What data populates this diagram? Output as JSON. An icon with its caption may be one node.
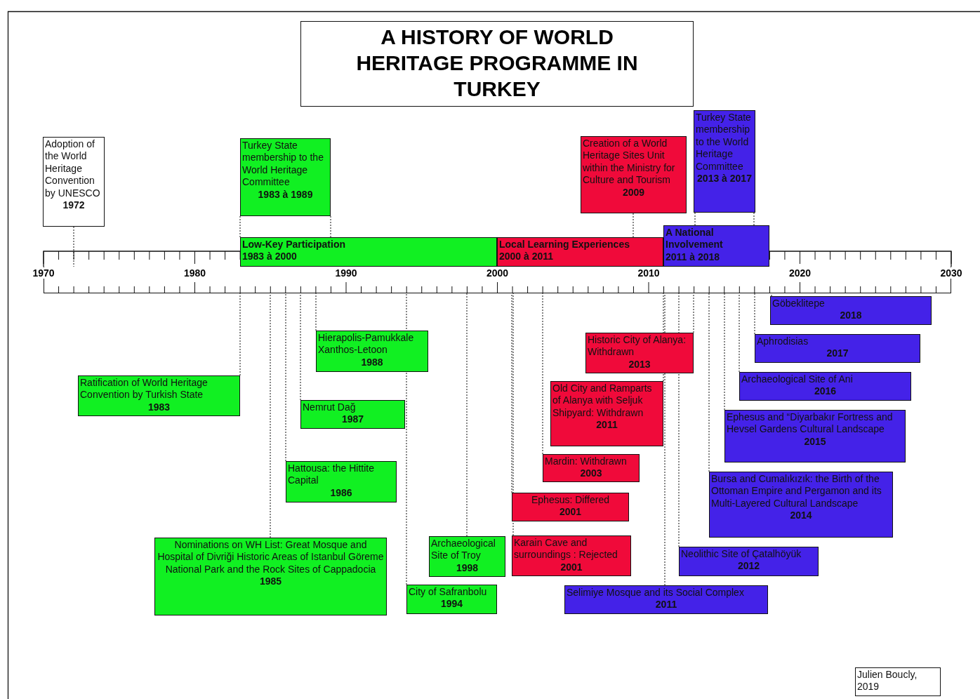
{
  "diagram": {
    "title": "A HISTORY OF WORLD HERITAGE PROGRAMME IN TURKEY",
    "nodes": [
      {
        "text": [
          "Adoption of the World Heritage Convention by UNESCO",
          "1972"
        ]
      },
      {
        "text": [
          "Turkey State membership to the World Heritage Committee",
          "1983 à 1989"
        ]
      },
      {
        "text": [
          "Creation of a World Heritage Sites Unit within the Ministry for Culture and Tourism",
          "2009"
        ]
      },
      {
        "text": [
          "Turkey State membership to the World Heritage Committee",
          "2013 à 2017"
        ]
      },
      {
        "text": [
          "Low-Key Participation",
          "1983 à 2000"
        ]
      },
      {
        "text": [
          "Local Learning Experiences",
          "2000 à 2011"
        ]
      },
      {
        "text": [
          "A National Involvement",
          "2011 à 2018"
        ]
      },
      {
        "text": [],
        "shape": "bar"
      },
      {
        "text": [
          "Ratification of World Heritage Convention by Turkish State",
          "1983"
        ]
      },
      {
        "text": [
          "Nominations on WH List: Great Mosque and Hospital of Divriği Historic Areas of Istanbul Göreme National Park and the Rock Sites of Cappadocia",
          "1985"
        ]
      },
      {
        "text": [
          "Hattousa: the Hittite Capital",
          "1986"
        ]
      },
      {
        "text": [
          "Nemrut Dağ",
          "1987"
        ]
      },
      {
        "text": [
          "Hierapolis-Pamukkale Xanthos-Letoon",
          "1988"
        ]
      },
      {
        "text": [
          "City of Safranbolu",
          "1994"
        ]
      },
      {
        "text": [
          "Archaeological Site of Troy",
          "1998"
        ]
      },
      {
        "text": [
          "Ephesus: Differed",
          "2001"
        ]
      },
      {
        "text": [
          "Karain Cave and surroundings : Rejected",
          "2001"
        ]
      },
      {
        "text": [
          "Mardin: Withdrawn",
          "2003"
        ]
      },
      {
        "text": [
          "Old City and Ramparts of Alanya with Seljuk Shipyard: Withdrawn",
          "2011"
        ]
      },
      {
        "text": [
          "Historic City of Alanya: Withdrawn",
          "2013"
        ]
      },
      {
        "text": [
          "Selimiye Mosque and its Social Complex",
          "2011"
        ]
      },
      {
        "text": [
          "Neolithic Site of Çatalhöyük",
          "2012"
        ]
      },
      {
        "text": [
          "Bursa and Cumalıkızık: the Birth of the Ottoman Empire and Pergamon and its Multi-Layered Cultural Landscape",
          "2014"
        ]
      },
      {
        "text": [
          "Ephesus and “Diyarbakır Fortress and Hevsel Gardens Cultural Landscape",
          "2015"
        ]
      },
      {
        "text": [
          "Archaeological Site of Ani",
          "2016"
        ]
      },
      {
        "text": [
          "Aphrodisias",
          "2017"
        ]
      },
      {
        "text": [
          "Göbeklitepe",
          "2018"
        ]
      },
      {
        "text": [
          "Julien Boucly, 2019"
        ]
      }
    ],
    "edges": [
      {
        "from": 0,
        "to": 7,
        "arrow": "none",
        "style": "dashed"
      },
      {
        "from": 1,
        "to": 4,
        "arrow": "none",
        "style": "dashed"
      },
      {
        "from": 1,
        "to": 4,
        "arrow": "none",
        "style": "dashed"
      },
      {
        "from": 2,
        "to": 5,
        "arrow": "none",
        "style": "dashed"
      },
      {
        "from": 3,
        "to": 6,
        "arrow": "none",
        "style": "dashed"
      },
      {
        "from": 3,
        "to": 6,
        "arrow": "none",
        "style": "dashed"
      },
      {
        "from": 8,
        "to": 7,
        "arrow": "none",
        "style": "dashed"
      },
      {
        "from": 9,
        "to": 7,
        "arrow": "none",
        "style": "dashed"
      },
      {
        "from": 10,
        "to": 7,
        "arrow": "none",
        "style": "dashed"
      },
      {
        "from": 11,
        "to": 7,
        "arrow": "none",
        "style": "dashed"
      },
      {
        "from": 12,
        "to": 7,
        "arrow": "none",
        "style": "dashed"
      },
      {
        "from": 13,
        "to": 7,
        "arrow": "none",
        "style": "dashed"
      },
      {
        "from": 14,
        "to": 7,
        "arrow": "none",
        "style": "dashed"
      },
      {
        "from": 15,
        "to": 7,
        "arrow": "none",
        "style": "dashed"
      },
      {
        "from": 16,
        "to": 7,
        "arrow": "none",
        "style": "dashed"
      },
      {
        "from": 17,
        "to": 7,
        "arrow": "none",
        "style": "dashed"
      },
      {
        "from": 18,
        "to": 7,
        "arrow": "none",
        "style": "dashed"
      },
      {
        "from": 19,
        "to": 7,
        "arrow": "none",
        "style": "dashed"
      },
      {
        "from": 20,
        "to": 7,
        "arrow": "none",
        "style": "dashed"
      },
      {
        "from": 21,
        "to": 7,
        "arrow": "none",
        "style": "dashed"
      },
      {
        "from": 22,
        "to": 7,
        "arrow": "none",
        "style": "dashed"
      },
      {
        "from": 23,
        "to": 7,
        "arrow": "none",
        "style": "dashed"
      },
      {
        "from": 24,
        "to": 7,
        "arrow": "none",
        "style": "dashed"
      },
      {
        "from": 25,
        "to": 7,
        "arrow": "none",
        "style": "dashed"
      },
      {
        "from": 26,
        "to": 7,
        "arrow": "none",
        "style": "dashed"
      }
    ],
    "labels": [
      "1970",
      "1980",
      "1990",
      "2000",
      "2010",
      "2020",
      "2030"
    ]
  }
}
